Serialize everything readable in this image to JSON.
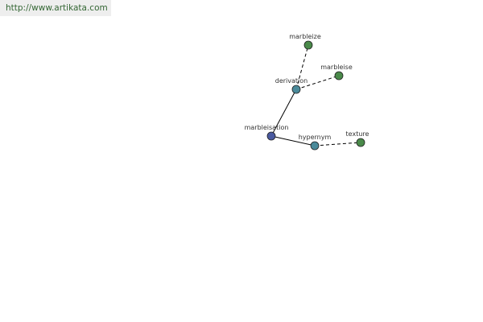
{
  "banner": {
    "url": "http://www.artikata.com"
  },
  "colors": {
    "root_node": "#4a5aa0",
    "relation_node": "#4a8a9a",
    "leaf_node": "#4a8a4a",
    "node_stroke": "#222222",
    "edge": "#000000",
    "label": "#333333",
    "banner_bg": "#eeeeee",
    "banner_text": "#336633"
  },
  "graph": {
    "nodes": [
      {
        "id": "marbleisation",
        "label": "marbleisation",
        "kind": "root"
      },
      {
        "id": "derivation",
        "label": "derivation",
        "kind": "relation"
      },
      {
        "id": "hypernym",
        "label": "hypernym",
        "kind": "relation"
      },
      {
        "id": "marbleize",
        "label": "marbleize",
        "kind": "leaf"
      },
      {
        "id": "marbleise",
        "label": "marbleise",
        "kind": "leaf"
      },
      {
        "id": "texture",
        "label": "texture",
        "kind": "leaf"
      }
    ],
    "edges": [
      {
        "from": "marbleisation",
        "to": "derivation",
        "style": "solid"
      },
      {
        "from": "marbleisation",
        "to": "hypernym",
        "style": "solid"
      },
      {
        "from": "derivation",
        "to": "marbleize",
        "style": "dashed"
      },
      {
        "from": "derivation",
        "to": "marbleise",
        "style": "dashed"
      },
      {
        "from": "hypernym",
        "to": "texture",
        "style": "dashed"
      }
    ]
  }
}
